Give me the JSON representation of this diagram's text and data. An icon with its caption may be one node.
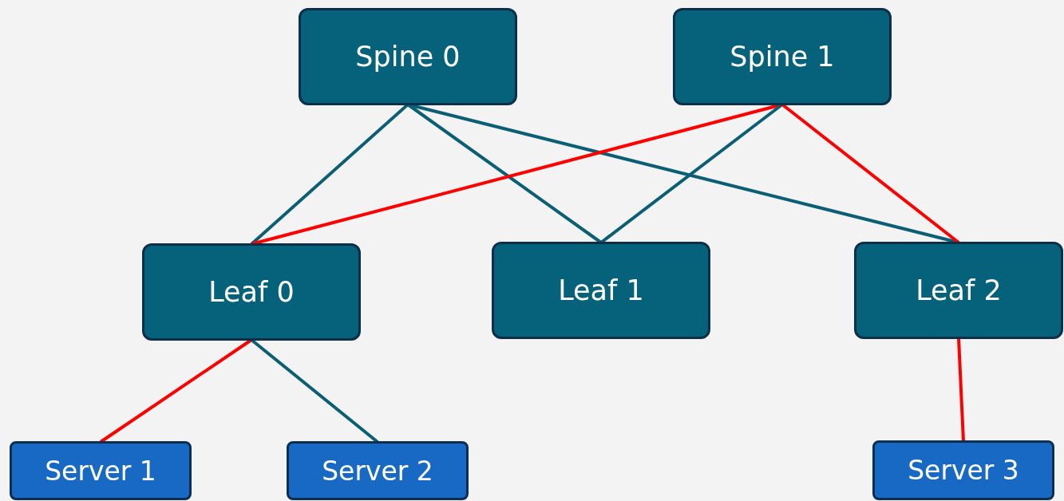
{
  "diagram": {
    "nodes": [
      {
        "text": [
          "Spine 0"
        ]
      },
      {
        "text": [
          "Spine 1"
        ]
      },
      {
        "text": [
          "Leaf 0"
        ]
      },
      {
        "text": [
          "Leaf 1"
        ]
      },
      {
        "text": [
          "Leaf 2"
        ]
      },
      {
        "text": [
          "Server 1"
        ]
      },
      {
        "text": [
          "Server 2"
        ]
      },
      {
        "text": [
          "Server 3"
        ]
      }
    ],
    "edges": [
      {
        "from": 0,
        "to": 2,
        "arrow": "none"
      },
      {
        "from": 0,
        "to": 3,
        "arrow": "none"
      },
      {
        "from": 0,
        "to": 4,
        "arrow": "none"
      },
      {
        "from": 1,
        "to": 2,
        "arrow": "none",
        "color": "#ff0000"
      },
      {
        "from": 1,
        "to": 3,
        "arrow": "none"
      },
      {
        "from": 1,
        "to": 4,
        "arrow": "none",
        "color": "#ff0000"
      },
      {
        "from": 2,
        "to": 5,
        "arrow": "none",
        "color": "#ff0000"
      },
      {
        "from": 2,
        "to": 6,
        "arrow": "none"
      },
      {
        "from": 4,
        "to": 7,
        "arrow": "none",
        "color": "#ff0000"
      }
    ]
  }
}
